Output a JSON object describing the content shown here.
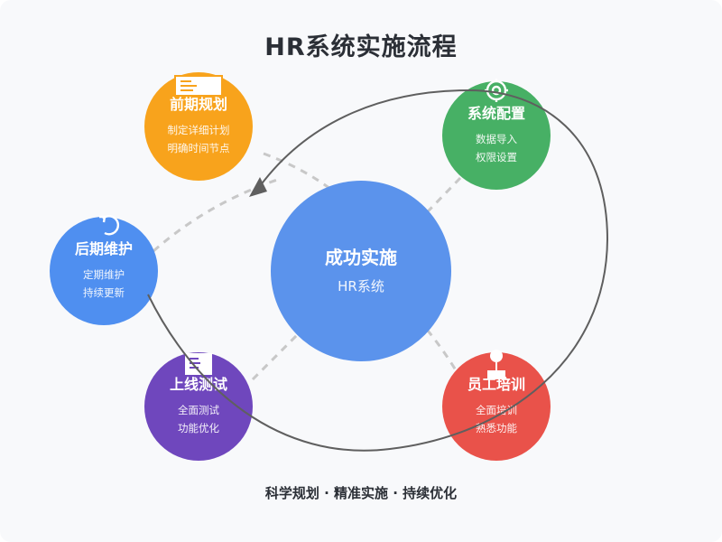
{
  "title": "HR系统实施流程",
  "center": {
    "name": "成功实施",
    "sub": "HR系统"
  },
  "nodes": [
    {
      "name": "前期规划",
      "lines": [
        "制定详细计划",
        "明确时间节点"
      ],
      "color": "#f8a31c",
      "icon": "document-icon"
    },
    {
      "name": "系统配置",
      "lines": [
        "数据导入",
        "权限设置"
      ],
      "color": "#47b065",
      "icon": "gear-icon"
    },
    {
      "name": "员工培训",
      "lines": [
        "全面培训",
        "熟悉功能"
      ],
      "color": "#e9524a",
      "icon": "presenter-icon"
    },
    {
      "name": "上线测试",
      "lines": [
        "全面测试",
        "功能优化"
      ],
      "color": "#6f47bd",
      "icon": "checklist-icon"
    },
    {
      "name": "后期维护",
      "lines": [
        "定期维护",
        "持续更新"
      ],
      "color": "#4f8ff0",
      "icon": "refresh-icon"
    }
  ],
  "center_color": "#5b93ec",
  "footer": "科学规划 · 精准实施 · 持续优化"
}
